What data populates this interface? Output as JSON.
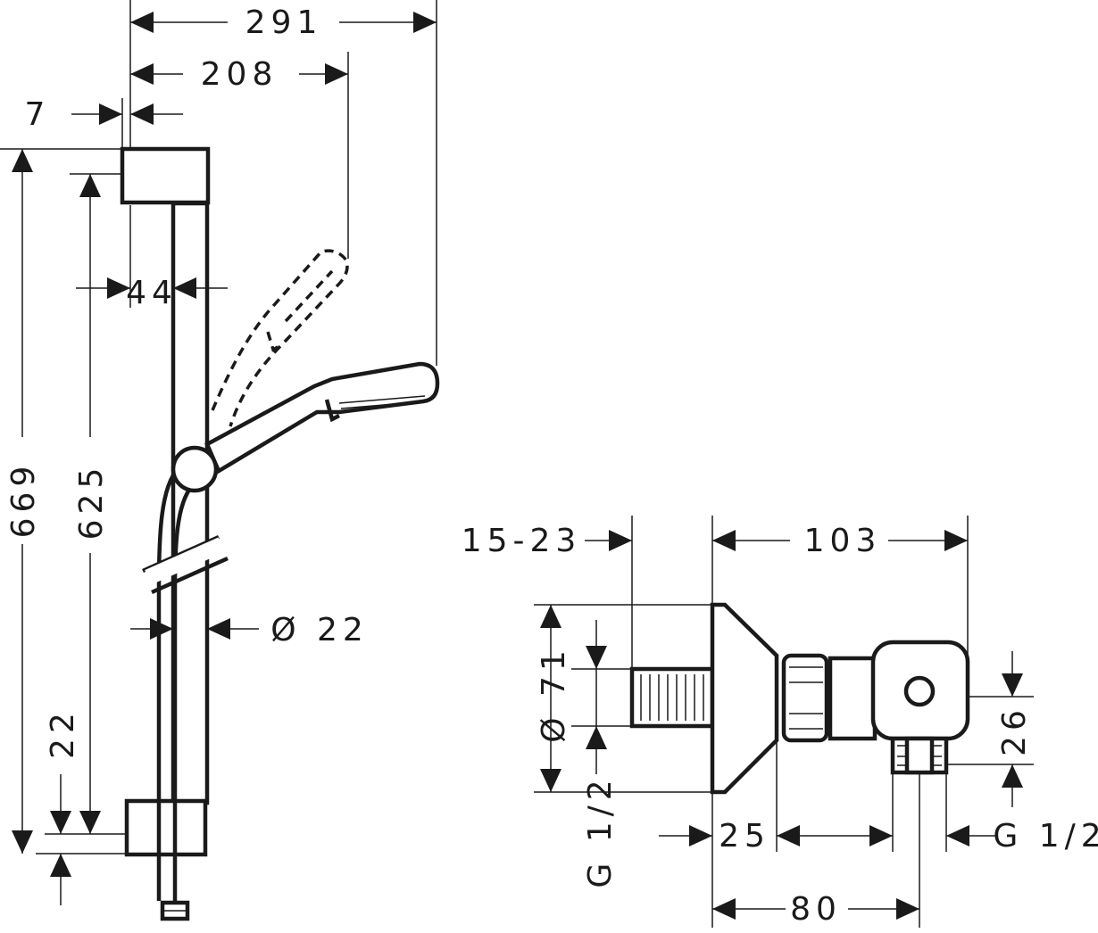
{
  "shower_set": {
    "width_overall": "291",
    "width_handshower_angled": "208",
    "wall_offset": "7",
    "height_overall": "669",
    "height_holder_spacing": "625",
    "rail_offset": "44",
    "rail_diameter": "Ø 22",
    "bottom_offset": "22"
  },
  "wall_outlet": {
    "connection_range": "15-23",
    "depth": "103",
    "flange_diameter": "Ø 71",
    "thread_inlet": "G 1/2",
    "body_offset": "25",
    "outlet_height": "26",
    "thread_outlet": "G 1/2",
    "outlet_spacing": "80"
  }
}
